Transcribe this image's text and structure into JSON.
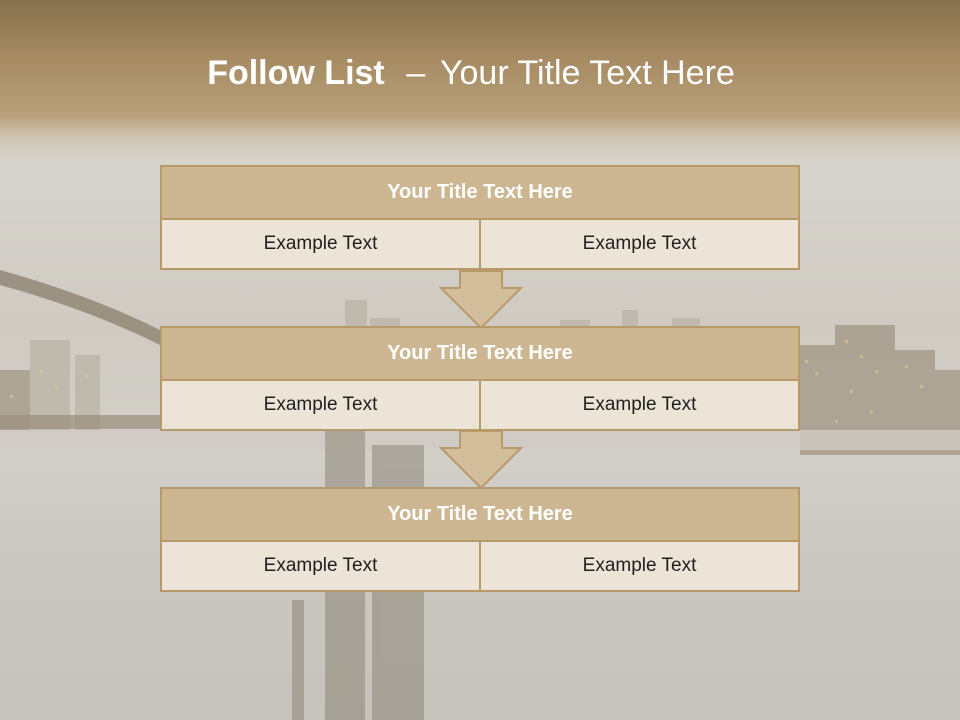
{
  "slide": {
    "title_bold": "Follow List",
    "title_separator": "–",
    "title_rest": "Your Title Text Here"
  },
  "steps": [
    {
      "title": "Your Title Text Here",
      "cells": [
        "Example Text",
        "Example Text"
      ]
    },
    {
      "title": "Your Title Text Here",
      "cells": [
        "Example Text",
        "Example Text"
      ]
    },
    {
      "title": "Your Title Text Here",
      "cells": [
        "Example Text",
        "Example Text"
      ]
    }
  ],
  "colors": {
    "header": "#a58a62",
    "block_title_bg": "#cdb793",
    "block_border": "#b89a6a",
    "cell_bg": "#ede4d8",
    "arrow_fill": "#d3be9b"
  }
}
